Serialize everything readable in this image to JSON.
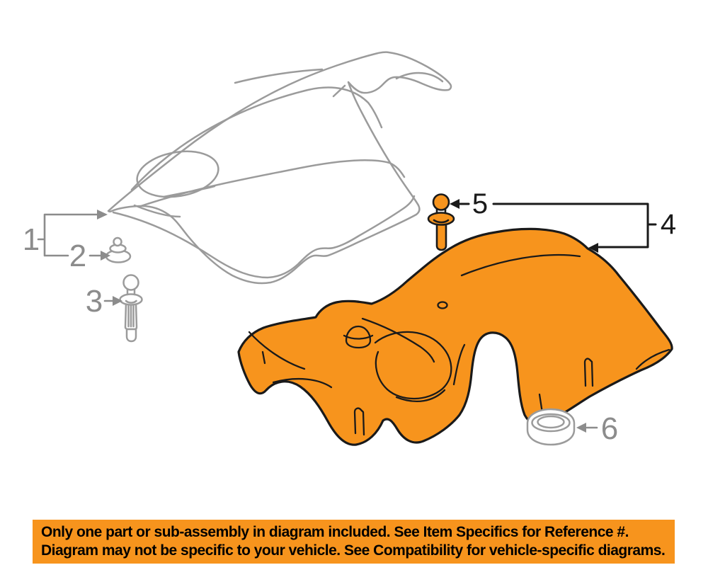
{
  "banner": {
    "line1": "Only one part or sub-assembly in diagram included. See Item Specifics for Reference #.",
    "line2": "Diagram may not be specific to your vehicle. See Compatibility for vehicle-specific diagrams."
  },
  "callouts": {
    "c1": {
      "label": "1"
    },
    "c2": {
      "label": "2"
    },
    "c3": {
      "label": "3"
    },
    "c4": {
      "label": "4"
    },
    "c5": {
      "label": "5"
    },
    "c6": {
      "label": "6"
    }
  },
  "colors": {
    "highlight_orange": "#F7941D",
    "diagram_line_gray": "#9B9B9B",
    "callout_gray": "#8C8C8C",
    "callout_black": "#1A1A1A",
    "banner_background": "#F7941D",
    "banner_text": "#000000",
    "background": "#FFFFFF"
  }
}
